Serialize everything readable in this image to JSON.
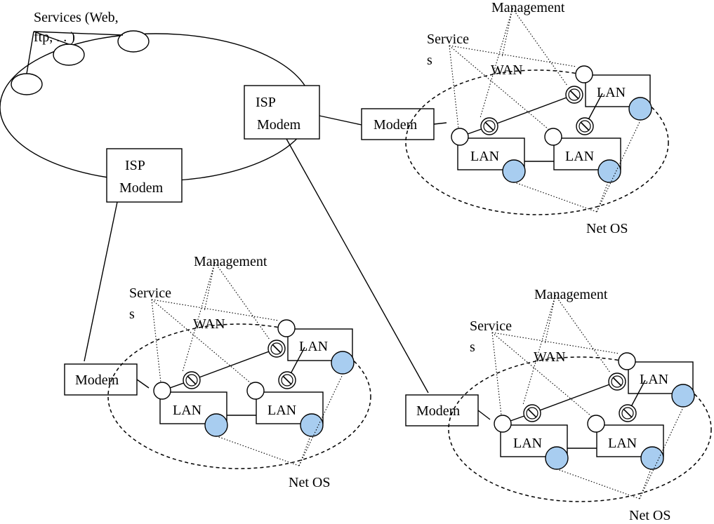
{
  "internet": {
    "services_label_line1": "Services (Web,",
    "services_label_line2": "ftp, . . )"
  },
  "isp": [
    {
      "line1": "ISP",
      "line2": "Modem"
    },
    {
      "line1": "ISP",
      "line2": "Modem"
    }
  ],
  "sites": [
    {
      "modem": "Modem",
      "management": "Management",
      "services_line1": "Service",
      "services_line2": "s",
      "wan": "WAN",
      "lan": "LAN",
      "net_os": "Net OS"
    },
    {
      "modem": "Modem",
      "management": "Management",
      "services_line1": "Service",
      "services_line2": "s",
      "wan": "WAN",
      "lan": "LAN",
      "net_os": "Net OS"
    },
    {
      "modem": "Modem",
      "management": "Management",
      "services_line1": "Service",
      "services_line2": "s",
      "wan": "WAN",
      "lan": "LAN",
      "net_os": "Net OS"
    }
  ],
  "icons": {
    "router": "router-icon",
    "server": "server-node-icon",
    "net_os": "net-os-node-icon"
  },
  "colors": {
    "net_os_fill": "#a8cdf0",
    "line": "#000000",
    "background": "#ffffff"
  }
}
